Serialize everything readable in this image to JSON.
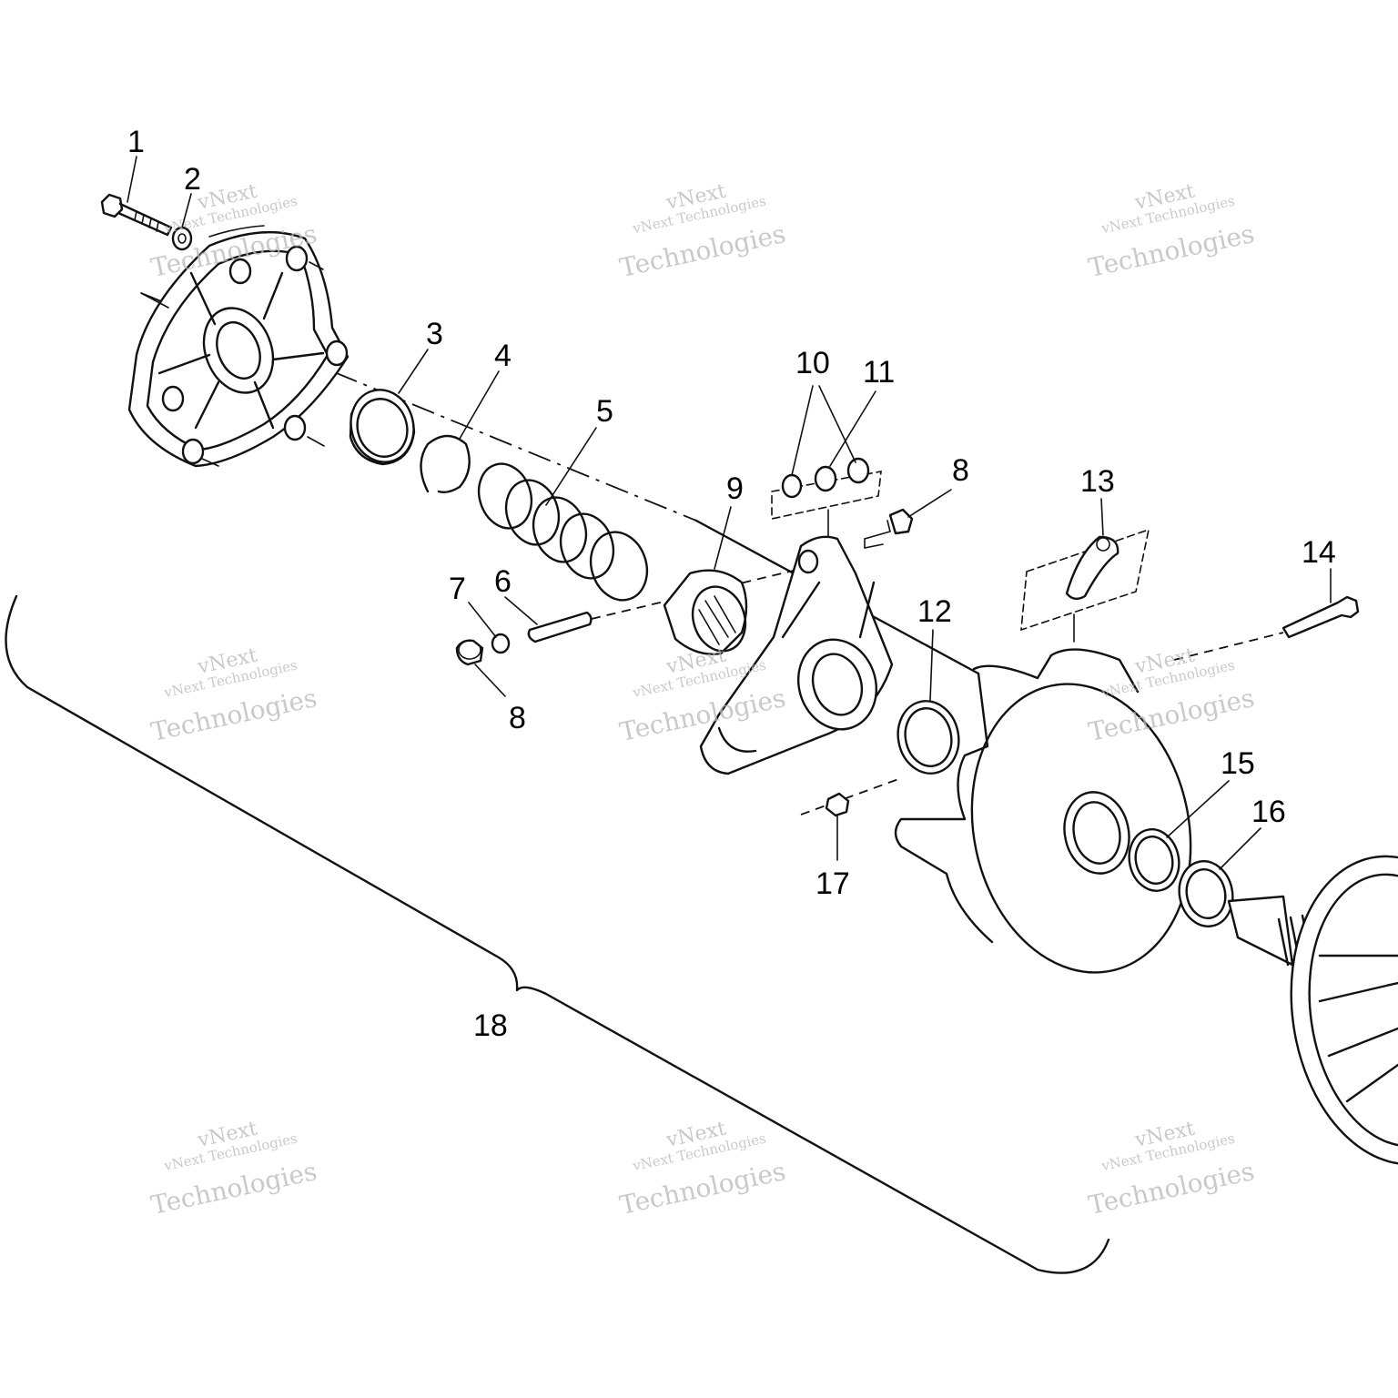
{
  "diagram": {
    "callouts": [
      {
        "id": "1",
        "label": "1"
      },
      {
        "id": "2",
        "label": "2"
      },
      {
        "id": "3",
        "label": "3"
      },
      {
        "id": "4",
        "label": "4"
      },
      {
        "id": "5",
        "label": "5"
      },
      {
        "id": "6",
        "label": "6"
      },
      {
        "id": "7",
        "label": "7"
      },
      {
        "id": "8a",
        "label": "8"
      },
      {
        "id": "8b",
        "label": "8"
      },
      {
        "id": "9",
        "label": "9"
      },
      {
        "id": "10",
        "label": "10"
      },
      {
        "id": "11",
        "label": "11"
      },
      {
        "id": "12",
        "label": "12"
      },
      {
        "id": "13",
        "label": "13"
      },
      {
        "id": "14",
        "label": "14"
      },
      {
        "id": "15",
        "label": "15"
      },
      {
        "id": "16",
        "label": "16"
      },
      {
        "id": "17",
        "label": "17"
      },
      {
        "id": "18",
        "label": "18"
      }
    ],
    "watermark": {
      "line1": "vNext Technologies",
      "line2": "vNext",
      "line3": "Technologies"
    }
  }
}
